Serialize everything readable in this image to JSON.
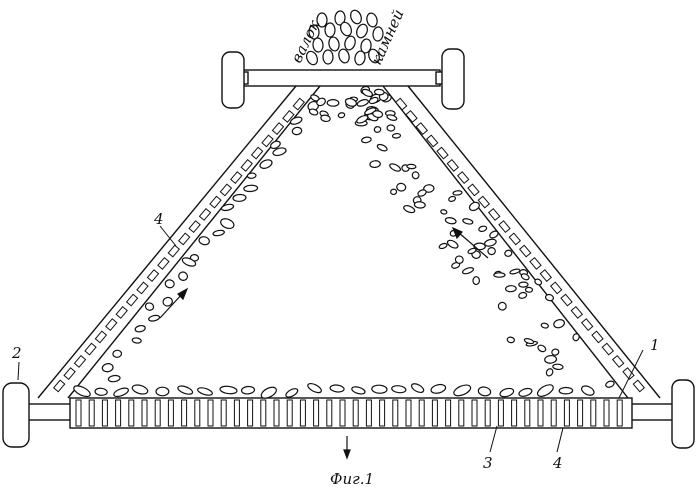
{
  "figure": {
    "caption": "Фиг.1",
    "top_label_line1": "валок",
    "top_label_line2": "камней",
    "ref_labels": {
      "frame": "1",
      "wheel": "2",
      "bottom_rollers": "3",
      "slat_conveyor_left": "4",
      "slat_conveyor_bottom": "4"
    }
  },
  "colors": {
    "ink": "#111111",
    "paper": "#ffffff"
  }
}
